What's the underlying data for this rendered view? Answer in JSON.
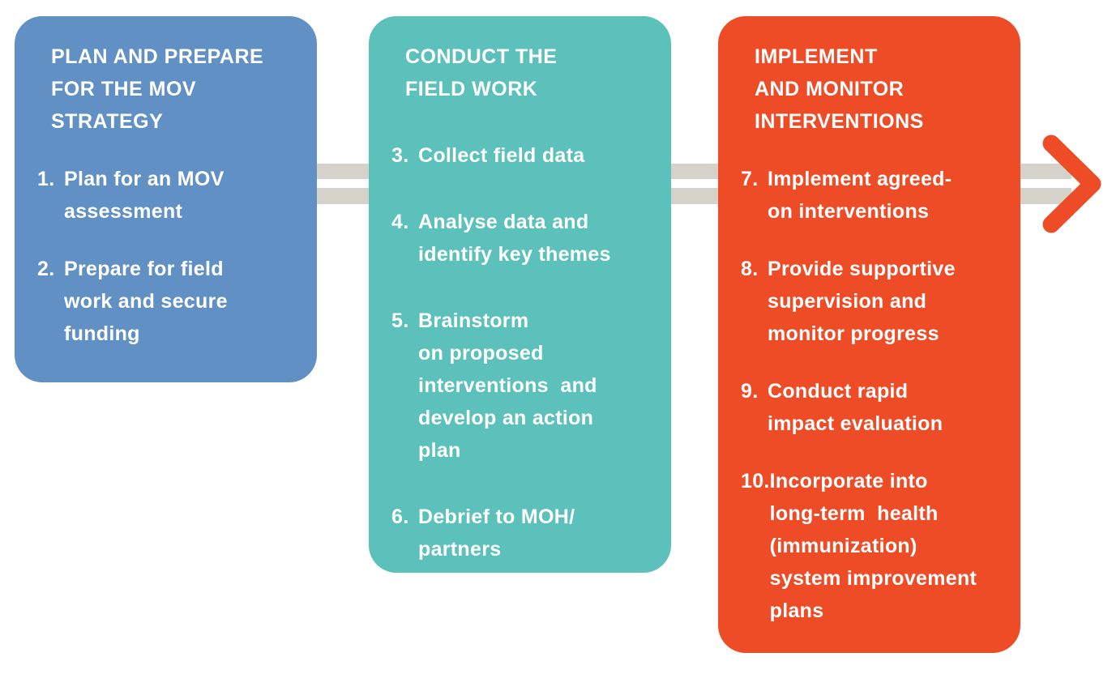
{
  "colors": {
    "blue": "#6190c4",
    "teal": "#5bc1ba",
    "red": "#ed4c26",
    "band_gray": "#d5d2ca",
    "text_white": "#ffffff",
    "background": "#ffffff"
  },
  "diagram": {
    "name": "MOV strategy process flow",
    "arrow": {
      "icon": "chevron-right-icon",
      "color": "#ed4c26"
    },
    "stages": [
      {
        "title": "PLAN AND PREPARE\nFOR THE MOV\nSTRATEGY",
        "items": [
          {
            "number": "1.",
            "text": "Plan for an MOV\nassessment"
          },
          {
            "number": "2.",
            "text": "Prepare for field\nwork and secure\nfunding"
          }
        ]
      },
      {
        "title": "CONDUCT THE\nFIELD WORK",
        "items": [
          {
            "number": "3.",
            "text": "Collect field data"
          },
          {
            "number": "4.",
            "text": "Analyse data and\nidentify key themes"
          },
          {
            "number": "5.",
            "text": "Brainstorm\non proposed\ninterventions  and\ndevelop an action\nplan"
          },
          {
            "number": "6.",
            "text": "Debrief to MOH/\npartners"
          }
        ]
      },
      {
        "title": "IMPLEMENT\nAND MONITOR\nINTERVENTIONS",
        "items": [
          {
            "number": "7.",
            "text": "Implement agreed-\non interventions"
          },
          {
            "number": "8.",
            "text": "Provide supportive\nsupervision and\nmonitor progress"
          },
          {
            "number": "9.",
            "text": "Conduct rapid\nimpact evaluation"
          },
          {
            "number": "10.",
            "text": "Incorporate into\nlong-term  health\n(immunization)\nsystem improvement\nplans"
          }
        ]
      }
    ]
  }
}
